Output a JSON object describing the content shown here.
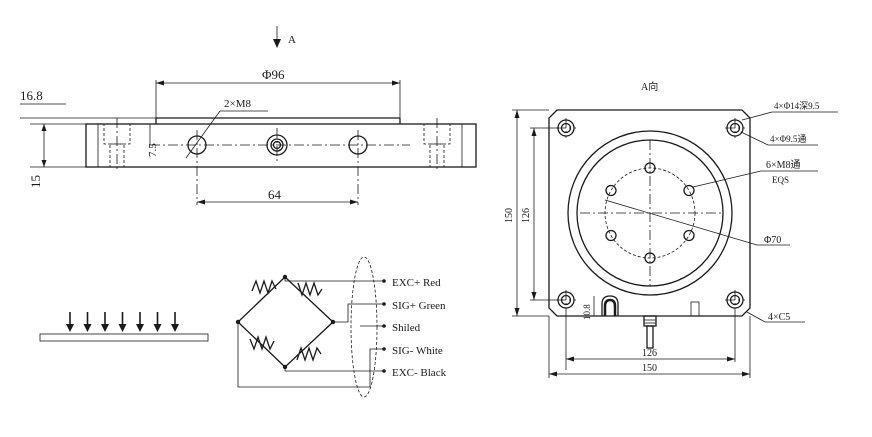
{
  "top_view": {
    "view_arrow_label": "A",
    "diameter_label": "Φ96",
    "thread_label": "2×M8",
    "height_top_label": "16.8",
    "half_pitch_label": "7.5",
    "height_label": "15",
    "spacing_label": "64"
  },
  "a_view": {
    "title": "A向",
    "counterbore_label": "4×Φ14深9.5",
    "through_hole_label": "4×Φ9.5通",
    "thread_label": "6×M8通",
    "eqs_label": "EQS",
    "pcd_label": "Φ70",
    "chamfer_label": "4×C5",
    "height_outer_label": "150",
    "height_inner_label": "126",
    "width_inner_label": "126",
    "width_outer_label": "150",
    "small_dim_label": "10.8"
  },
  "wiring": {
    "wires": [
      {
        "label": "EXC+ Red"
      },
      {
        "label": "SIG+ Green"
      },
      {
        "label": "Shiled"
      },
      {
        "label": "SIG- White"
      },
      {
        "label": "EXC- Black"
      }
    ]
  },
  "load_icon": {
    "arrow_count": 7
  }
}
